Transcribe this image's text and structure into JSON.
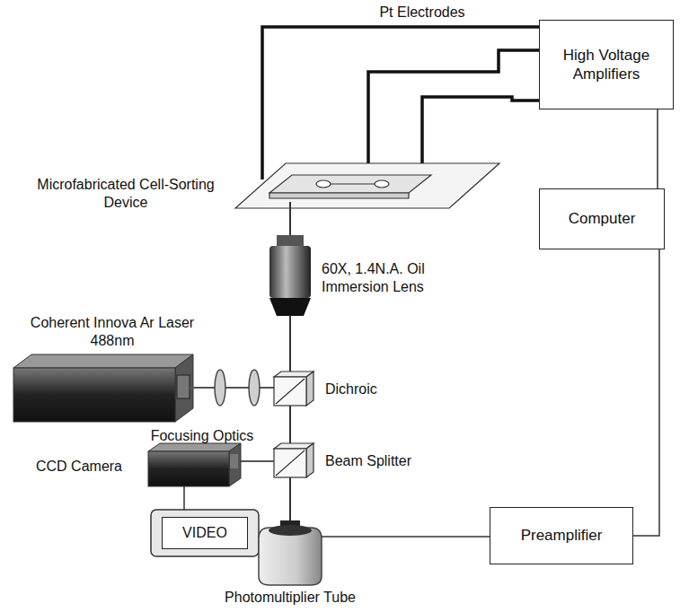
{
  "diagram": {
    "nodes": [
      {
        "text": [
          "High Voltage Amplifiers"
        ]
      },
      {
        "text": [
          "Computer"
        ]
      },
      {
        "text": [
          "Preamplifier"
        ]
      },
      {
        "text": [
          "VIDEO"
        ]
      }
    ],
    "edges": [
      {
        "from": 0,
        "to": 1,
        "arrow": "none"
      },
      {
        "from": 1,
        "to": 2,
        "arrow": "none"
      }
    ],
    "labels": [
      "Pt Electrodes",
      "Microfabricated Cell-Sorting Device",
      "60X, 1.4N.A. Oil Immersion Lens",
      "Coherent Innova Ar Laser 488nm",
      "Focusing Optics",
      "Dichroic",
      "CCD Camera",
      "Beam Splitter",
      "Photomultiplier Tube"
    ]
  }
}
